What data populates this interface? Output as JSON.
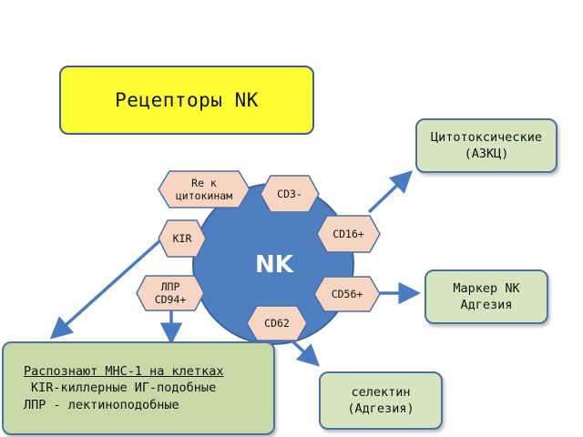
{
  "title": "Рецепторы  NK",
  "cell": {
    "label": "NK"
  },
  "receptors": {
    "re": [
      "Re к",
      "цитокинам"
    ],
    "cd3": "CD3-",
    "kir": "KIR",
    "cd16": "CD16+",
    "lpr": [
      "ЛПР",
      "CD94+"
    ],
    "cd56": "CD56+",
    "cd62": "CD62"
  },
  "targets": {
    "cytotoxic": [
      "Цитотоксические",
      "(АЗКЦ)"
    ],
    "marker": [
      "Маркер NK",
      "Адгезия"
    ],
    "selectin": [
      "селектин",
      "(Адгезия)"
    ],
    "recognition": [
      "Распознают МНС-1 на клетках",
      "KIR-киллерные ИГ-подобные",
      "ЛПР - лектиноподобные"
    ]
  },
  "colors": {
    "title_fill": "#ffff33",
    "cell_fill": "#4f7fbf",
    "hex_fill": "#f6d6c2",
    "box_fill": "#d6e4bf",
    "recognition_fill": "#c6d9a7",
    "arrow": "#4a7bc0"
  }
}
